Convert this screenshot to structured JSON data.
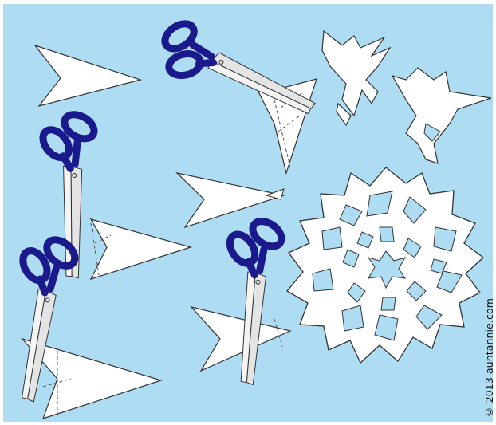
{
  "colors": {
    "background": "#aedcf3",
    "paper": "#ffffff",
    "outline": "#333333",
    "fold_line": "#555555",
    "scissor_handle": "#1b1a8c",
    "scissor_blade": "#e4e4e4"
  },
  "credit": "© 2013 auntannie.com",
  "scenes": [
    {
      "name": "folded-wedge-uncut",
      "icon": "paper-wedge"
    },
    {
      "name": "scissors-cutting-first-edge",
      "icon": "scissors"
    },
    {
      "name": "wedge-with-fold-lines",
      "icon": "folded-paper"
    },
    {
      "name": "cut-pieces-folded",
      "icon": "cut-paper"
    },
    {
      "name": "finished-snowflake",
      "icon": "snowflake"
    }
  ]
}
